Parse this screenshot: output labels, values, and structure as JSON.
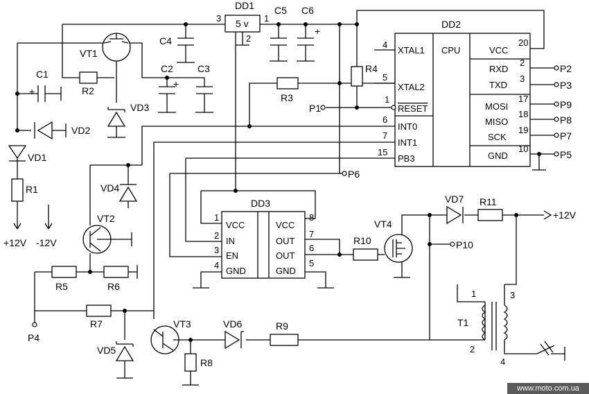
{
  "components": {
    "dd1": "DD1",
    "dd1_value": "5 v",
    "dd1_pin_in": "3",
    "dd1_pin_out": "1",
    "dd1_pin_gnd": "2",
    "dd2": "DD2",
    "dd3": "DD3",
    "c1": "C1",
    "c2": "C2",
    "c3": "C3",
    "c4": "C4",
    "c5": "C5",
    "c6": "C6",
    "r1": "R1",
    "r2": "R2",
    "r3": "R3",
    "r4": "R4",
    "r5": "R5",
    "r6": "R6",
    "r7": "R7",
    "r8": "R8",
    "r9": "R9",
    "r10": "R10",
    "r11": "R11",
    "vt1": "VT1",
    "vt2": "VT2",
    "vt3": "VT3",
    "vt4": "VT4",
    "vd1": "VD1",
    "vd2": "VD2",
    "vd3": "VD3",
    "vd4": "VD4",
    "vd5": "VD5",
    "vd6": "VD6",
    "vd7": "VD7",
    "t1": "T1",
    "plus": "+"
  },
  "cpu": {
    "label": "CPU",
    "pins": [
      {
        "num": "4",
        "name": "XTAL1"
      },
      {
        "num": "5",
        "name": "XTAL2"
      },
      {
        "num": "1",
        "name": "RESET"
      },
      {
        "num": "6",
        "name": "INT0"
      },
      {
        "num": "7",
        "name": "INT1"
      },
      {
        "num": "15",
        "name": "PB3"
      },
      {
        "num": "20",
        "name": "VCC"
      },
      {
        "num": "2",
        "name": "RXD"
      },
      {
        "num": "3",
        "name": "TXD"
      },
      {
        "num": "17",
        "name": "MOSI"
      },
      {
        "num": "18",
        "name": "MISO"
      },
      {
        "num": "19",
        "name": "SCK"
      },
      {
        "num": "10",
        "name": "GND"
      }
    ]
  },
  "driver": {
    "pins": [
      {
        "num": "1",
        "name": "VCC"
      },
      {
        "num": "2",
        "name": "IN"
      },
      {
        "num": "3",
        "name": "EN"
      },
      {
        "num": "4",
        "name": "GND"
      },
      {
        "num": "8",
        "name": "VCC"
      },
      {
        "num": "7",
        "name": "OUT"
      },
      {
        "num": "6",
        "name": "OUT"
      },
      {
        "num": "5",
        "name": "GND"
      }
    ]
  },
  "ports": {
    "p1": "P1",
    "p2": "P2",
    "p3": "P3",
    "p4": "P4",
    "p5": "P5",
    "p6": "P6",
    "p7": "P7",
    "p8": "P8",
    "p9": "P9",
    "p10": "P10"
  },
  "supply": {
    "pos": "+12V",
    "neg": "-12V",
    "out": "+12V"
  },
  "transformer": {
    "pin1": "1",
    "pin2": "2",
    "pin3": "3",
    "pin4": "4"
  },
  "watermark": "www.moto.com.ua"
}
